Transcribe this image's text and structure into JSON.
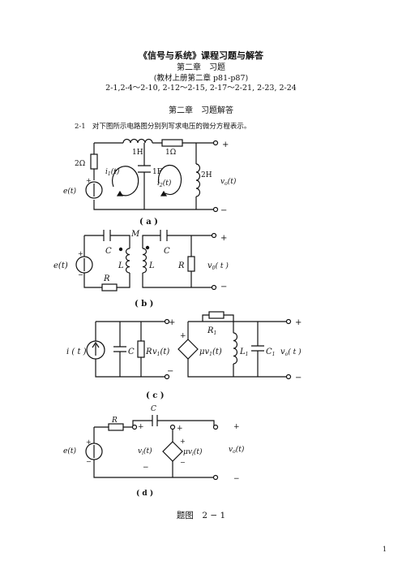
{
  "header": {
    "title": "《信号与系统》课程习题与解答",
    "chapter_exercises": "第二章　习题",
    "textbook_ref": "(教材上册第二章 p81-p87)",
    "problem_list": "2-1,2-4～2-10, 2-12～2-15, 2-17～2-21, 2-23, 2-24"
  },
  "solutions_heading": "第二章　习题解答",
  "problem": {
    "number": "2-1",
    "text": "对下图所示电路图分别列写求电压的微分方程表示。"
  },
  "figures": {
    "a": {
      "label": "( a )",
      "r_left": "2Ω",
      "inductor1": "1H",
      "r_top": "1Ω",
      "cap": "1F",
      "inductor2": "2H",
      "src": "e(t)",
      "i1": "i",
      "i1_sub": "1",
      "i2": "i",
      "i2_sub": "2",
      "out": "v",
      "out_sub": "o",
      "t_arg": "(t)"
    },
    "b": {
      "label": "( b )",
      "c1": "C",
      "m": "M",
      "c2": "C",
      "l1": "L",
      "l2": "L",
      "r1": "R",
      "r_bottom": "R",
      "src": "e(t)",
      "out": "v",
      "out_sub": "0",
      "t_arg": "( t )"
    },
    "c": {
      "label": "( c )",
      "src": "i ( t )",
      "cap": "C",
      "res": "R",
      "v1": "v",
      "v1_sub": "1",
      "t_arg": "(t)",
      "dep": "μv",
      "dep_sub": "1",
      "r1": "R",
      "r1_sub": "1",
      "l1": "L",
      "l1_sub": "1",
      "c1": "C",
      "c1_sub": "1",
      "out": "v",
      "out_sub": "o",
      "out_t": "( t )"
    },
    "d": {
      "label": "( d )",
      "res": "R",
      "cap": "C",
      "src": "e(t)",
      "vi": "v",
      "vi_sub": "i",
      "t_arg": "(t)",
      "dep": "μv",
      "dep_sub": "i",
      "out": "v",
      "out_sub": "o"
    }
  },
  "figure_caption": "题图　2 − 1",
  "page_number": "1"
}
